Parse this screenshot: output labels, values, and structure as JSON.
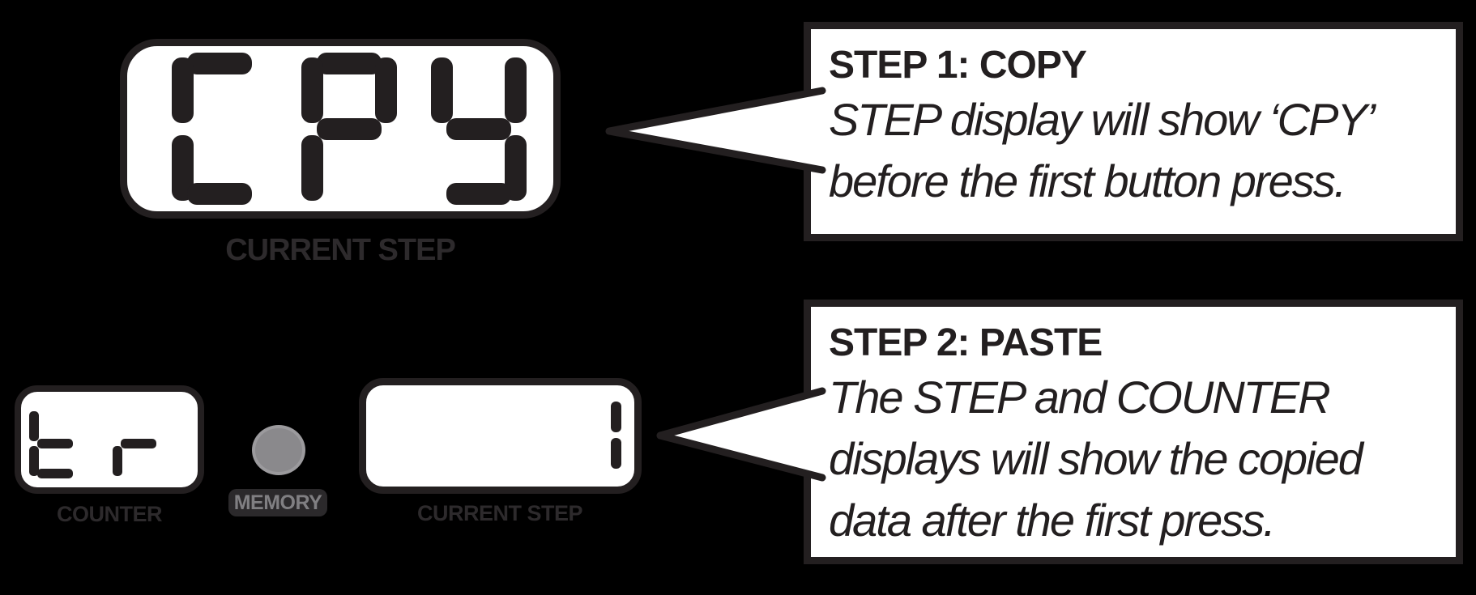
{
  "colors": {
    "background": "#000000",
    "ink": "#231f20",
    "display_bg": "#ffffff",
    "label_gray": "#2d2a2c",
    "led_gray": "#8a898c",
    "badge_bg": "#2b292b",
    "badge_text": "#807f82"
  },
  "step1": {
    "display": {
      "value": "CPY",
      "label": "CURRENT STEP"
    },
    "bubble": {
      "title": "STEP 1: COPY",
      "lines": [
        "STEP display will show ‘CPY’",
        "before the first button press."
      ]
    }
  },
  "step2": {
    "counter_display": {
      "value": "tr",
      "label": "COUNTER"
    },
    "memory_led": {
      "label": "MEMORY"
    },
    "step_display": {
      "value": "1",
      "label": "CURRENT STEP"
    },
    "bubble": {
      "title": "STEP 2: PASTE",
      "lines": [
        "The STEP and COUNTER",
        "displays will show the copied",
        "data after the first press."
      ]
    }
  }
}
